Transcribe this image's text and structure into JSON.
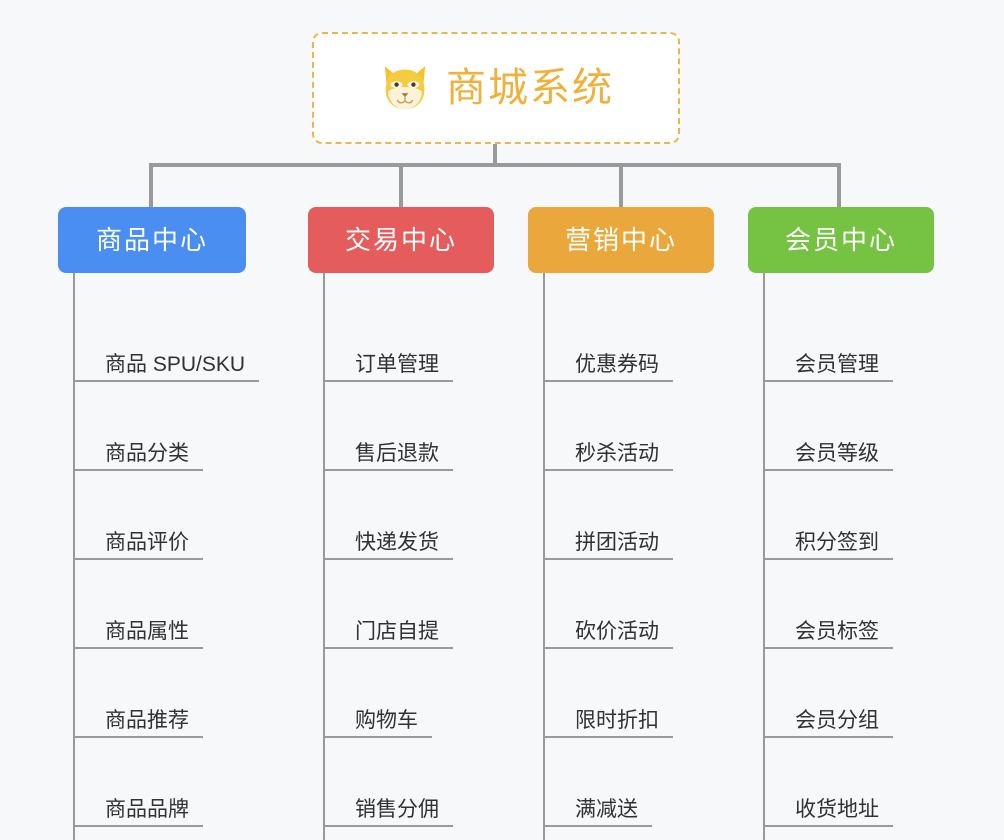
{
  "root": {
    "title": "商城系统",
    "icon": "shiba-dog-icon",
    "border_color": "#e8b84b",
    "text_color": "#efb13c"
  },
  "connector_color": "#9a9a9a",
  "background_color": "#f7f8f9",
  "columns": [
    {
      "label": "商品中心",
      "color": "#4a8ef2",
      "items": [
        "商品 SPU/SKU",
        "商品分类",
        "商品评价",
        "商品属性",
        "商品推荐",
        "商品品牌"
      ]
    },
    {
      "label": "交易中心",
      "color": "#e45c5c",
      "items": [
        "订单管理",
        "售后退款",
        "快递发货",
        "门店自提",
        "购物车",
        "销售分佣"
      ]
    },
    {
      "label": "营销中心",
      "color": "#eaa83c",
      "items": [
        "优惠券码",
        "秒杀活动",
        "拼团活动",
        "砍价活动",
        "限时折扣",
        "满减送"
      ]
    },
    {
      "label": "会员中心",
      "color": "#76c242",
      "items": [
        "会员管理",
        "会员等级",
        "积分签到",
        "会员标签",
        "会员分组",
        "收货地址"
      ]
    }
  ]
}
